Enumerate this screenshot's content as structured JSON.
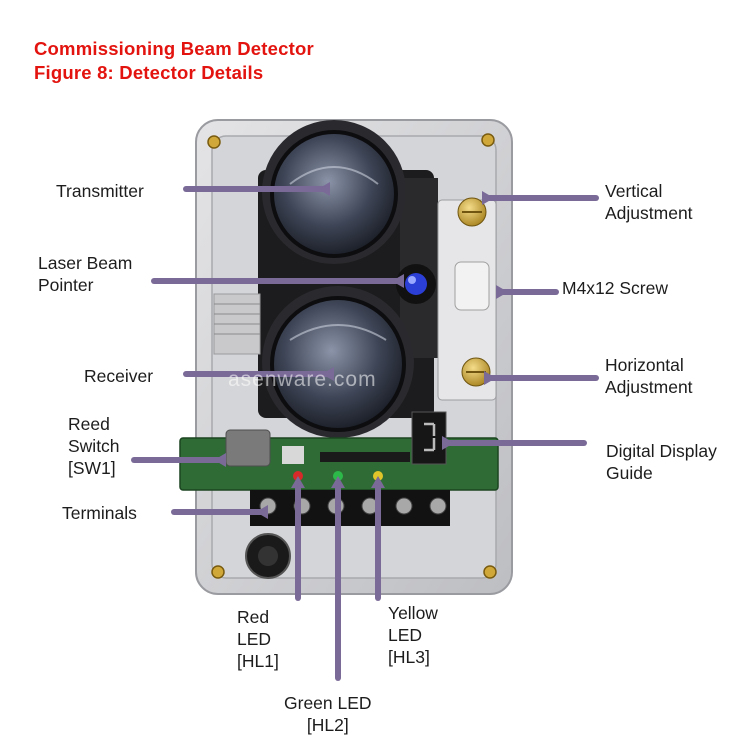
{
  "header": {
    "title": "Commissioning Beam Detector",
    "subtitle": "Figure 8: Detector Details"
  },
  "labels": {
    "transmitter": "Transmitter",
    "laser_pointer": "Laser Beam\nPointer",
    "receiver": "Receiver",
    "reed_switch": "Reed\nSwitch\n[SW1]",
    "terminals": "Terminals",
    "vertical_adj": "Vertical\nAdjustment",
    "screw": "M4x12 Screw",
    "horizontal_adj": "Horizontal\nAdjustment",
    "digital_display": "Digital Display\nGuide",
    "red_led": "Red\nLED\n[HL1]",
    "green_led": "Green LED\n[HL2]",
    "yellow_led": "Yellow\nLED\n[HL3]"
  },
  "watermark": "asenware.com",
  "colors": {
    "title": "#e3140f",
    "callout": "#7a6a98"
  }
}
